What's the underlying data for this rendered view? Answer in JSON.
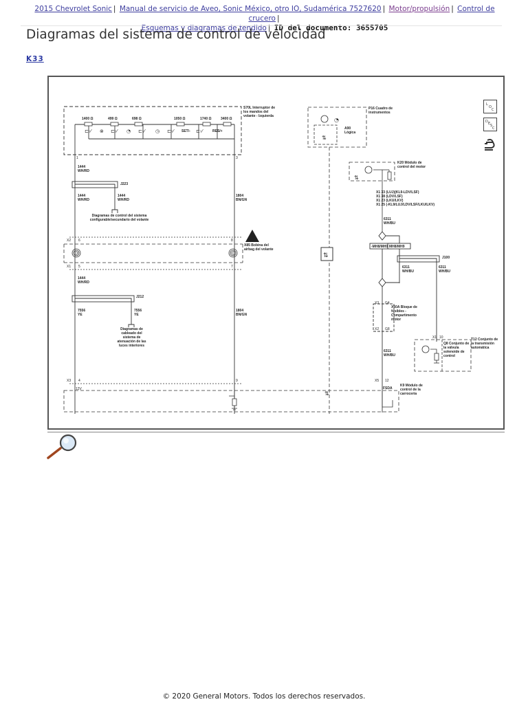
{
  "breadcrumb": {
    "items": [
      {
        "label": "2015 Chevrolet Sonic",
        "visited": false
      },
      {
        "label": "Manual de servicio de Aveo, Sonic México, otro IO, Sudamérica 7527620",
        "visited": false
      },
      {
        "label": "Motor/propulsión",
        "visited": true
      },
      {
        "label": "Control de crucero",
        "visited": false
      },
      {
        "label": "Esquemas y diagramas de tendido",
        "visited": false
      }
    ],
    "separator": "|",
    "doc_id": "ID del documento: 3655705"
  },
  "page": {
    "title": "Diagramas del sistema de control de velocidad",
    "anchor_link": "K33"
  },
  "diagram": {
    "side_icons": [
      {
        "name": "loc-icon",
        "label": "LOC"
      },
      {
        "name": "desc-icon",
        "label": "DESC"
      },
      {
        "name": "connector-icon",
        "label": ""
      }
    ],
    "switch_resistors": [
      "1400 Ω",
      "499 Ω",
      "698 Ω",
      "1050 Ω",
      "1740 Ω",
      "3400 Ω"
    ],
    "switch_labels": [
      "SET/-",
      "RES/+"
    ],
    "components": {
      "s70l": "S70L Interruptor de los mandos del volante - Izquierda",
      "p16": "P16 Cuadro de instrumentos",
      "a90": "A90 Lógica",
      "k20": "K20 Módulo de control del motor",
      "x85": "X85 Bobina del airbag del volante",
      "x50a": "X50A Bloque de fusibles - Compartimento motor",
      "q8": "Q8 Conjunto de la válvula solenoide de control",
      "t12": "T12 Conjunto de la transmisión automática",
      "k9": "K9 Módulo de control de la carrocería"
    },
    "splices": [
      "J223",
      "J212",
      "J100"
    ],
    "wires": {
      "w1444": "1444 WH/RD",
      "w1804": "1804 BN/GN",
      "w7556": "7556 YE",
      "w6311_wh_bu": "6311 WH/BU"
    },
    "pins": {
      "s70l_1": "1",
      "s70l_3": "3",
      "x2": "X2",
      "x2_6": "6",
      "x2_8": "8",
      "x1": "X1",
      "x1_5": "5",
      "x1_7": "7",
      "x3": "X3",
      "x3_4": "4",
      "x3_9": "9",
      "v12": "12V",
      "x5": "X5",
      "x5_12": "12",
      "x3_g4": "X3",
      "g4": "G4",
      "x2_g8": "X2",
      "g8": "G8",
      "x1_10": "X1",
      "pin10": "10",
      "fsda": "FSDA"
    },
    "k20_pins": [
      "X1  33 (LUJ)(KL9-LDV/LSF)",
      "X1  38 (LDV/LSF)",
      "X1  23 (LKU/LKV)",
      "X1  25 (-KL9/LUJ/LDV/LSF/LKU/LKV)"
    ],
    "options": [
      "-MH8/MH9",
      "MH8/MH9"
    ],
    "notes": {
      "steering": "Diagramas de control del sistema configurable/secundario del volante",
      "dimming": "Diagramas de cableado del sistema de atenuación de las luces interiores"
    }
  },
  "footer": {
    "copyright": "© 2020 General Motors.  Todos los derechos reservados."
  }
}
